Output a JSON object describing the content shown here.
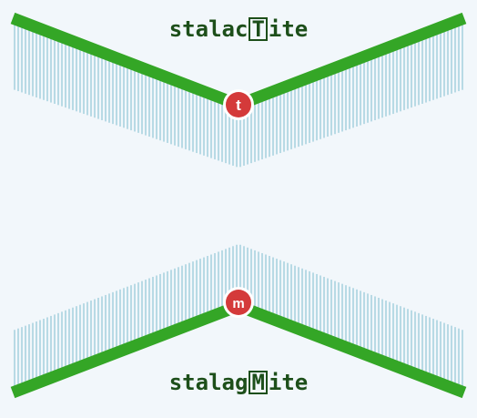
{
  "top": {
    "word_before": "stalac",
    "word_highlight": "T",
    "word_after": "ite",
    "badge_letter": "t"
  },
  "bottom": {
    "word_before": "stalag",
    "word_highlight": "M",
    "word_after": "ite",
    "badge_letter": "m"
  },
  "colors": {
    "background": "#f2f7fb",
    "rock_line": "#34a626",
    "hatch": "#a9d2e0",
    "badge": "#d43a3a",
    "badge_ring": "#ffffff",
    "text": "#1d4f1a"
  }
}
